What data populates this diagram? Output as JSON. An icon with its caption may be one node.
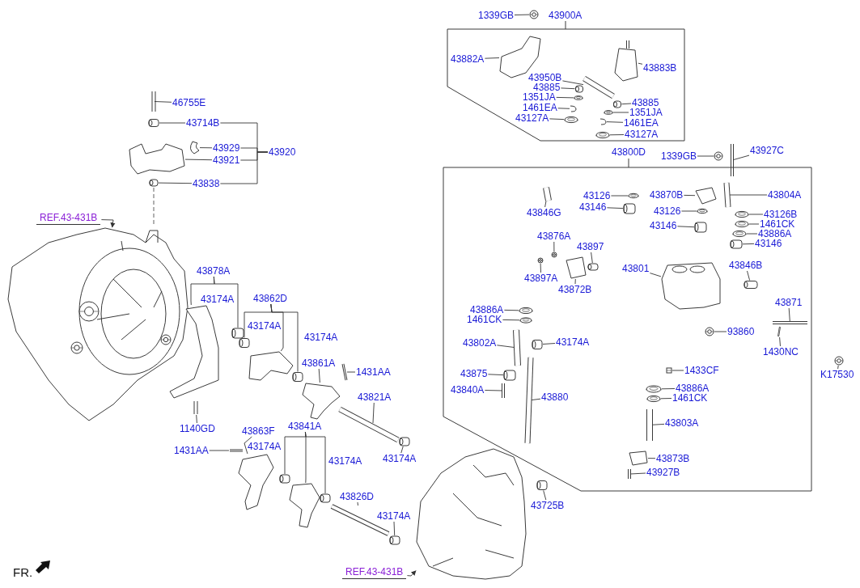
{
  "diagram": {
    "nodes": [
      {
        "text": [
          "46755E"
        ]
      },
      {
        "text": [
          "43714B"
        ]
      },
      {
        "text": [
          "43929"
        ]
      },
      {
        "text": [
          "43921"
        ]
      },
      {
        "text": [
          "43838"
        ]
      },
      {
        "text": [
          "43920"
        ]
      },
      {
        "text": [
          "1339GB"
        ]
      },
      {
        "text": [
          "43900A"
        ]
      },
      {
        "text": [
          "43882A"
        ],
        "in": 7
      },
      {
        "text": [
          "43883B"
        ],
        "in": 7
      },
      {
        "text": [
          "43950B"
        ],
        "in": 7
      },
      {
        "text": [
          "43885"
        ],
        "in": 7
      },
      {
        "text": [
          "1351JA"
        ],
        "in": 7
      },
      {
        "text": [
          "1461EA"
        ],
        "in": 7
      },
      {
        "text": [
          "43127A"
        ],
        "in": 7
      },
      {
        "text": [
          "43885"
        ],
        "in": 7
      },
      {
        "text": [
          "1351JA"
        ],
        "in": 7
      },
      {
        "text": [
          "1461EA"
        ],
        "in": 7
      },
      {
        "text": [
          "43127A"
        ],
        "in": 7
      },
      {
        "text": [
          "REF.43-431B"
        ]
      },
      {
        "text": [
          "1339GB"
        ]
      },
      {
        "text": [
          "43927C"
        ]
      },
      {
        "text": [
          "43800D"
        ]
      },
      {
        "text": [
          "43126"
        ],
        "in": 22
      },
      {
        "text": [
          "43146"
        ],
        "in": 22
      },
      {
        "text": [
          "43846G"
        ],
        "in": 22
      },
      {
        "text": [
          "43870B"
        ],
        "in": 22
      },
      {
        "text": [
          "43126"
        ],
        "in": 22
      },
      {
        "text": [
          "43146"
        ],
        "in": 22
      },
      {
        "text": [
          "43804A"
        ],
        "in": 22
      },
      {
        "text": [
          "43126B"
        ],
        "in": 22
      },
      {
        "text": [
          "1461CK"
        ],
        "in": 22
      },
      {
        "text": [
          "43886A"
        ],
        "in": 22
      },
      {
        "text": [
          "43146"
        ],
        "in": 22
      },
      {
        "text": [
          "43876A"
        ],
        "in": 22
      },
      {
        "text": [
          "43897"
        ],
        "in": 22
      },
      {
        "text": [
          "43801"
        ],
        "in": 22
      },
      {
        "text": [
          "43846B"
        ],
        "in": 22
      },
      {
        "text": [
          "43897A"
        ],
        "in": 22
      },
      {
        "text": [
          "43872B"
        ],
        "in": 22
      },
      {
        "text": [
          "43886A"
        ],
        "in": 22
      },
      {
        "text": [
          "1461CK"
        ],
        "in": 22
      },
      {
        "text": [
          "43802A"
        ],
        "in": 22
      },
      {
        "text": [
          "43174A"
        ],
        "in": 22
      },
      {
        "text": [
          "43875"
        ],
        "in": 22
      },
      {
        "text": [
          "43840A"
        ],
        "in": 22
      },
      {
        "text": [
          "43880"
        ],
        "in": 22
      },
      {
        "text": [
          "43871"
        ],
        "in": 22
      },
      {
        "text": [
          "93860"
        ],
        "in": 22
      },
      {
        "text": [
          "1430NC"
        ],
        "in": 22
      },
      {
        "text": [
          "1433CF"
        ],
        "in": 22
      },
      {
        "text": [
          "43886A"
        ],
        "in": 22
      },
      {
        "text": [
          "1461CK"
        ],
        "in": 22
      },
      {
        "text": [
          "43803A"
        ],
        "in": 22
      },
      {
        "text": [
          "43873B"
        ],
        "in": 22
      },
      {
        "text": [
          "43927B"
        ],
        "in": 22
      },
      {
        "text": [
          "43878A"
        ]
      },
      {
        "text": [
          "43862D"
        ]
      },
      {
        "text": [
          "43861A"
        ]
      },
      {
        "text": [
          "1431AA"
        ]
      },
      {
        "text": [
          "43821A"
        ]
      },
      {
        "text": [
          "43174A"
        ]
      },
      {
        "text": [
          "1140GD"
        ]
      },
      {
        "text": [
          "43863F"
        ]
      },
      {
        "text": [
          "1431AA"
        ]
      },
      {
        "text": [
          "43841A"
        ]
      },
      {
        "text": [
          "43826D"
        ]
      },
      {
        "text": [
          "43174A"
        ]
      },
      {
        "text": [
          "K17530"
        ]
      },
      {
        "text": [
          "43725B"
        ]
      },
      {
        "text": [
          "REF.43-431B"
        ]
      },
      {
        "text": [],
        "shape": "picture"
      },
      {
        "text": [],
        "shape": "picture"
      },
      {
        "text": [],
        "shape": "picture"
      },
      {
        "text": [],
        "shape": "picture"
      },
      {
        "text": [],
        "shape": "picture"
      },
      {
        "text": [],
        "shape": "picture"
      },
      {
        "text": [],
        "shape": "picture",
        "in": 7
      },
      {
        "text": [],
        "shape": "picture",
        "in": 7
      },
      {
        "text": [],
        "shape": "picture",
        "in": 7
      },
      {
        "text": [],
        "shape": "picture",
        "in": 7
      },
      {
        "text": [],
        "shape": "picture",
        "in": 7
      },
      {
        "text": [],
        "shape": "picture",
        "in": 7
      },
      {
        "text": [],
        "shape": "picture",
        "in": 7
      },
      {
        "text": [],
        "shape": "picture",
        "in": 7
      },
      {
        "text": [],
        "shape": "picture",
        "in": 7
      },
      {
        "text": [],
        "shape": "picture",
        "in": 7
      },
      {
        "text": [],
        "shape": "picture",
        "in": 7
      },
      {
        "text": [],
        "shape": "picture"
      },
      {
        "text": [],
        "shape": "picture"
      },
      {
        "text": [],
        "shape": "picture"
      },
      {
        "text": [],
        "shape": "picture",
        "in": 22
      },
      {
        "text": [],
        "shape": "picture",
        "in": 22
      },
      {
        "text": [],
        "shape": "picture",
        "in": 22
      },
      {
        "text": [],
        "shape": "picture",
        "in": 22
      },
      {
        "text": [],
        "shape": "picture",
        "in": 22
      },
      {
        "text": [],
        "shape": "picture",
        "in": 22
      },
      {
        "text": [],
        "shape": "picture",
        "in": 22
      },
      {
        "text": [],
        "shape": "picture",
        "in": 22
      },
      {
        "text": [],
        "shape": "picture",
        "in": 22
      },
      {
        "text": [],
        "shape": "picture",
        "in": 22
      },
      {
        "text": [],
        "shape": "picture",
        "in": 22
      },
      {
        "text": [],
        "shape": "picture",
        "in": 22
      },
      {
        "text": [],
        "shape": "picture",
        "in": 22
      },
      {
        "text": [],
        "shape": "picture",
        "in": 22
      },
      {
        "text": [],
        "shape": "picture",
        "in": 22
      },
      {
        "text": [],
        "shape": "picture",
        "in": 22
      },
      {
        "text": [],
        "shape": "picture",
        "in": 22
      },
      {
        "text": [],
        "shape": "picture",
        "in": 22
      },
      {
        "text": [],
        "shape": "picture",
        "in": 22
      },
      {
        "text": [],
        "shape": "picture",
        "in": 22
      },
      {
        "text": [],
        "shape": "picture",
        "in": 22
      },
      {
        "text": [],
        "shape": "picture",
        "in": 22
      },
      {
        "text": [],
        "shape": "picture",
        "in": 22
      },
      {
        "text": [],
        "shape": "picture",
        "in": 22
      },
      {
        "text": [],
        "shape": "picture",
        "in": 22
      },
      {
        "text": [],
        "shape": "picture",
        "in": 22
      },
      {
        "text": [],
        "shape": "picture",
        "in": 22
      },
      {
        "text": [],
        "shape": "picture",
        "in": 22
      },
      {
        "text": [],
        "shape": "picture",
        "in": 22
      },
      {
        "text": [],
        "shape": "picture",
        "in": 22
      },
      {
        "text": [],
        "shape": "picture",
        "in": 22
      },
      {
        "text": [],
        "shape": "picture",
        "in": 22
      },
      {
        "text": [],
        "shape": "picture",
        "in": 22
      },
      {
        "text": [],
        "shape": "picture"
      },
      {
        "text": [],
        "shape": "picture"
      },
      {
        "text": [],
        "shape": "picture"
      },
      {
        "text": [],
        "shape": "picture"
      },
      {
        "text": [],
        "shape": "picture"
      },
      {
        "text": [],
        "shape": "picture"
      },
      {
        "text": [],
        "shape": "picture"
      },
      {
        "text": [],
        "shape": "picture"
      },
      {
        "text": [],
        "shape": "picture"
      },
      {
        "text": [],
        "shape": "picture"
      },
      {
        "text": [],
        "shape": "picture"
      },
      {
        "text": [],
        "shape": "picture"
      },
      {
        "text": [],
        "shape": "picture"
      },
      {
        "text": [],
        "shape": "picture"
      },
      {
        "text": [],
        "shape": "picture"
      },
      {
        "text": [],
        "shape": "picture"
      },
      {
        "text": [],
        "shape": "picture"
      },
      {
        "text": [],
        "shape": "picture"
      },
      {
        "text": [],
        "shape": "picture"
      },
      {
        "text": [],
        "shape": "picture"
      }
    ],
    "edges": [
      {
        "from": 0,
        "to": 71,
        "arrow": "none"
      },
      {
        "from": 1,
        "to": 72,
        "arrow": "none"
      },
      {
        "from": 2,
        "to": 73,
        "arrow": "none"
      },
      {
        "from": 3,
        "to": 74,
        "arrow": "none"
      },
      {
        "from": 4,
        "to": 75,
        "arrow": "none"
      },
      {
        "from": 5,
        "to": 1,
        "arrow": "none"
      },
      {
        "from": 5,
        "to": 2,
        "arrow": "none"
      },
      {
        "from": 5,
        "to": 3,
        "arrow": "none"
      },
      {
        "from": 5,
        "to": 4,
        "arrow": "none"
      },
      {
        "from": 6,
        "to": 76,
        "arrow": "none"
      },
      {
        "from": 8,
        "to": 77,
        "arrow": "none"
      },
      {
        "from": 9,
        "to": 78,
        "arrow": "none"
      },
      {
        "from": 10,
        "to": 79,
        "arrow": "none"
      },
      {
        "from": 11,
        "to": 80,
        "arrow": "none"
      },
      {
        "from": 12,
        "to": 81,
        "arrow": "none"
      },
      {
        "from": 13,
        "to": 82,
        "arrow": "none"
      },
      {
        "from": 14,
        "to": 83,
        "arrow": "none"
      },
      {
        "from": 15,
        "to": 84,
        "arrow": "none"
      },
      {
        "from": 16,
        "to": 85,
        "arrow": "none"
      },
      {
        "from": 17,
        "to": 86,
        "arrow": "none"
      },
      {
        "from": 18,
        "to": 87,
        "arrow": "none"
      },
      {
        "from": 19,
        "to": 88,
        "arrow": "to"
      },
      {
        "from": 20,
        "to": 89,
        "arrow": "none"
      },
      {
        "from": 21,
        "to": 90,
        "arrow": "none"
      },
      {
        "from": 23,
        "to": 91,
        "arrow": "none"
      },
      {
        "from": 24,
        "to": 92,
        "arrow": "none"
      },
      {
        "from": 25,
        "to": 93,
        "arrow": "none"
      },
      {
        "from": 26,
        "to": 94,
        "arrow": "none"
      },
      {
        "from": 27,
        "to": 95,
        "arrow": "none"
      },
      {
        "from": 28,
        "to": 96,
        "arrow": "none"
      },
      {
        "from": 29,
        "to": 97,
        "arrow": "none"
      },
      {
        "from": 30,
        "to": 98,
        "arrow": "none"
      },
      {
        "from": 31,
        "to": 99,
        "arrow": "none"
      },
      {
        "from": 32,
        "to": 100,
        "arrow": "none"
      },
      {
        "from": 33,
        "to": 101,
        "arrow": "none"
      },
      {
        "from": 34,
        "to": 102,
        "arrow": "none"
      },
      {
        "from": 35,
        "to": 103,
        "arrow": "none"
      },
      {
        "from": 36,
        "to": 104,
        "arrow": "none"
      },
      {
        "from": 37,
        "to": 105,
        "arrow": "none"
      },
      {
        "from": 38,
        "to": 106,
        "arrow": "none"
      },
      {
        "from": 39,
        "to": 107,
        "arrow": "none"
      },
      {
        "from": 40,
        "to": 108,
        "arrow": "none"
      },
      {
        "from": 41,
        "to": 109,
        "arrow": "none"
      },
      {
        "from": 42,
        "to": 110,
        "arrow": "none"
      },
      {
        "from": 43,
        "to": 111,
        "arrow": "none"
      },
      {
        "from": 44,
        "to": 112,
        "arrow": "none"
      },
      {
        "from": 45,
        "to": 113,
        "arrow": "none"
      },
      {
        "from": 46,
        "to": 114,
        "arrow": "none"
      },
      {
        "from": 47,
        "to": 115,
        "arrow": "none"
      },
      {
        "from": 48,
        "to": 116,
        "arrow": "none"
      },
      {
        "from": 49,
        "to": 117,
        "arrow": "none"
      },
      {
        "from": 50,
        "to": 118,
        "arrow": "none"
      },
      {
        "from": 51,
        "to": 119,
        "arrow": "none"
      },
      {
        "from": 52,
        "to": 120,
        "arrow": "none"
      },
      {
        "from": 53,
        "to": 121,
        "arrow": "none"
      },
      {
        "from": 54,
        "to": 122,
        "arrow": "none"
      },
      {
        "from": 55,
        "to": 123,
        "arrow": "none"
      },
      {
        "from": 56,
        "to": 124,
        "arrow": "none"
      },
      {
        "from": 56,
        "to": 125,
        "arrow": "none"
      },
      {
        "from": 57,
        "to": 126,
        "arrow": "none"
      },
      {
        "from": 57,
        "to": 127,
        "arrow": "none"
      },
      {
        "from": 57,
        "to": 128,
        "arrow": "none"
      },
      {
        "from": 58,
        "to": 129,
        "arrow": "none"
      },
      {
        "from": 59,
        "to": 130,
        "arrow": "none"
      },
      {
        "from": 60,
        "to": 131,
        "arrow": "none"
      },
      {
        "from": 61,
        "to": 132,
        "arrow": "none"
      },
      {
        "from": 62,
        "to": 133,
        "arrow": "none"
      },
      {
        "from": 63,
        "to": 134,
        "arrow": "none"
      },
      {
        "from": 64,
        "to": 135,
        "arrow": "none"
      },
      {
        "from": 65,
        "to": 136,
        "arrow": "none"
      },
      {
        "from": 65,
        "to": 137,
        "arrow": "none"
      },
      {
        "from": 65,
        "to": 138,
        "arrow": "none"
      },
      {
        "from": 66,
        "to": 139,
        "arrow": "none"
      },
      {
        "from": 67,
        "to": 140,
        "arrow": "none"
      },
      {
        "from": 68,
        "to": 141,
        "arrow": "none"
      },
      {
        "from": 69,
        "to": 142,
        "arrow": "none"
      },
      {
        "from": 70,
        "to": 143,
        "arrow": "to"
      }
    ],
    "labels": [
      "43174A",
      "43174A",
      "43174A",
      "43174A",
      "43174A",
      "FR."
    ]
  }
}
